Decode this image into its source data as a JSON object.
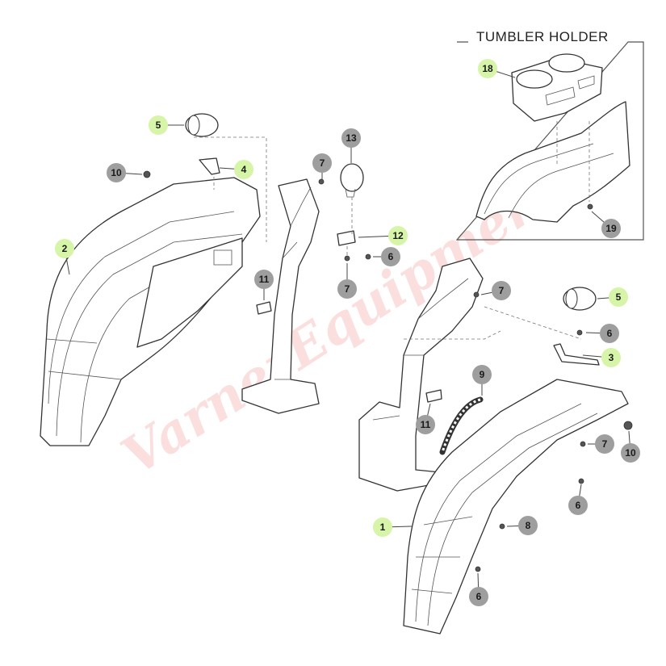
{
  "inset": {
    "title": "TUMBLER HOLDER"
  },
  "watermark": "VarnerEquipment",
  "colors": {
    "primary_callout": "#d6f5a8",
    "hardware_callout": "#9e9e9e",
    "line": "#333333",
    "watermark": "#e53935"
  },
  "callouts": [
    {
      "num": "1",
      "kind": "primary"
    },
    {
      "num": "2",
      "kind": "primary"
    },
    {
      "num": "3",
      "kind": "primary"
    },
    {
      "num": "4",
      "kind": "primary"
    },
    {
      "num": "5",
      "kind": "primary"
    },
    {
      "num": "5",
      "kind": "primary"
    },
    {
      "num": "6",
      "kind": "hardware"
    },
    {
      "num": "6",
      "kind": "hardware"
    },
    {
      "num": "6",
      "kind": "hardware"
    },
    {
      "num": "6",
      "kind": "hardware"
    },
    {
      "num": "7",
      "kind": "hardware"
    },
    {
      "num": "7",
      "kind": "hardware"
    },
    {
      "num": "7",
      "kind": "hardware"
    },
    {
      "num": "7",
      "kind": "hardware"
    },
    {
      "num": "8",
      "kind": "hardware"
    },
    {
      "num": "9",
      "kind": "hardware"
    },
    {
      "num": "10",
      "kind": "hardware"
    },
    {
      "num": "10",
      "kind": "hardware"
    },
    {
      "num": "11",
      "kind": "hardware"
    },
    {
      "num": "11",
      "kind": "hardware"
    },
    {
      "num": "12",
      "kind": "primary"
    },
    {
      "num": "13",
      "kind": "hardware"
    },
    {
      "num": "18",
      "kind": "primary"
    },
    {
      "num": "19",
      "kind": "hardware"
    }
  ]
}
